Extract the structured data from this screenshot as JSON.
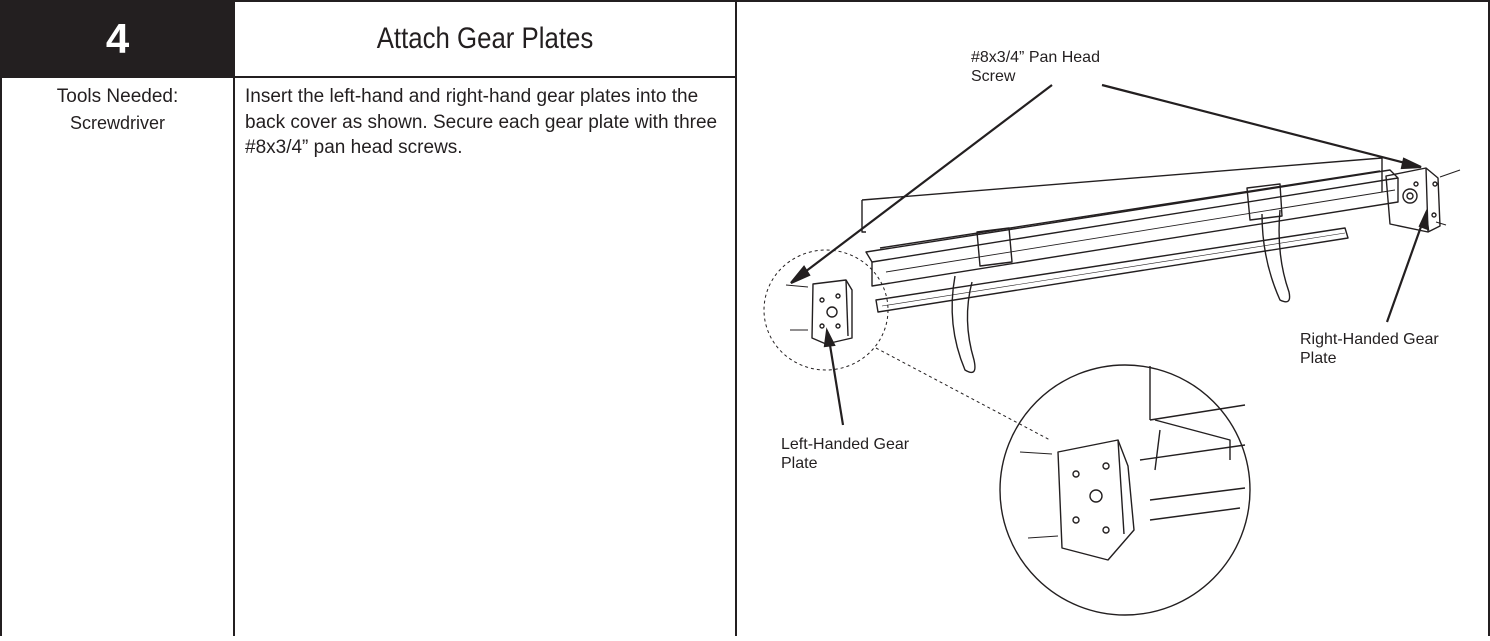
{
  "step": {
    "number": "4",
    "title": "Attach Gear Plates"
  },
  "tools": {
    "heading": "Tools Needed:",
    "items": [
      "Screwdriver"
    ]
  },
  "instructions": "Insert the left-hand and right-hand gear plates into the back cover as shown. Secure each gear plate with three #8x3/4” pan head screws.",
  "diagram": {
    "labels": {
      "screw": "#8x3/4” Pan Head\nScrew",
      "right_plate": "Right-Handed Gear\nPlate",
      "left_plate": "Left-Handed Gear\nPlate"
    }
  }
}
